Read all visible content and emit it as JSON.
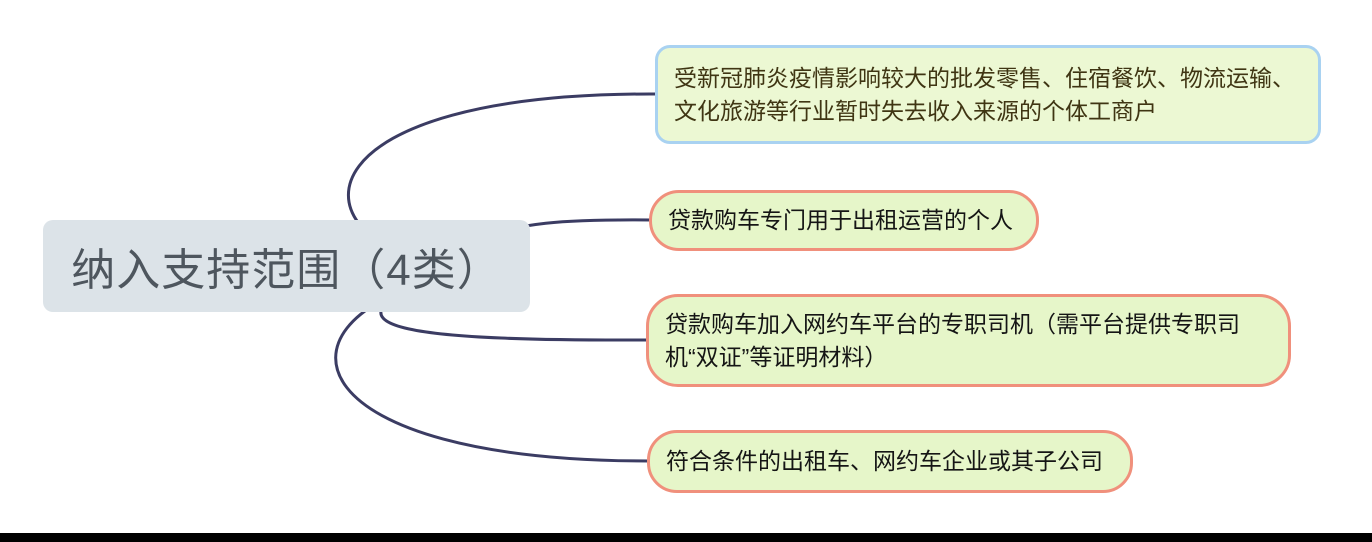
{
  "diagram": {
    "type": "mindmap",
    "root": {
      "label": "纳入支持范围（4类）"
    },
    "branches": [
      {
        "label": "受新冠肺炎疫情影响较大的批发零售、住宿餐饮、物流运输、文化旅游等行业暂时失去收入来源的个体工商户"
      },
      {
        "label": "贷款购车专门用于出租运营的个人"
      },
      {
        "label": "贷款购车加入网约车平台的专职司机（需平台提供专职司机“双证”等证明材料）"
      },
      {
        "label": "符合条件的出租车、网约车企业或其子公司"
      }
    ]
  },
  "colors": {
    "root_bg": "#dce3e8",
    "root_text": "#4e565e",
    "branch_bg": "#e6f6c9",
    "branch_text": "#151515",
    "branch1_bg": "#ecf8d3",
    "branch1_text": "#3f3513",
    "branch1_border": "#a9d2f1",
    "branch_border": "#f0907c",
    "connector": "#3b3c63",
    "bottom_bar": "#000000"
  }
}
